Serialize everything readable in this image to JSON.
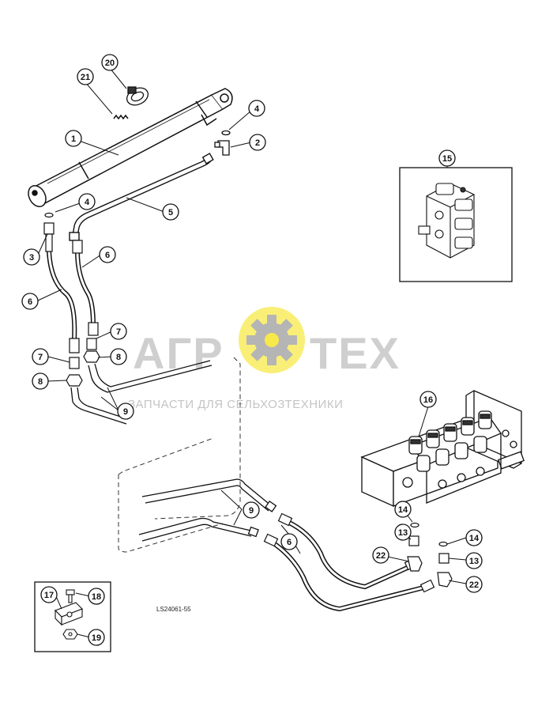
{
  "diagram": {
    "drawing_code": "LS24061-55",
    "watermark": {
      "brand_left": "АГР",
      "brand_right": "ТЕХ",
      "tagline": "ЗАПЧАСТИ ДЛЯ СЕЛЬХОЗТЕХНИКИ",
      "gear_color": "#f7e94a"
    },
    "callouts": {
      "c1": "1",
      "c2": "2",
      "c3": "3",
      "c4a": "4",
      "c4b": "4",
      "c5": "5",
      "c6a": "6",
      "c6b": "6",
      "c6c": "6",
      "c7a": "7",
      "c7b": "7",
      "c8a": "8",
      "c8b": "8",
      "c9a": "9",
      "c9b": "9",
      "c13a": "13",
      "c13b": "13",
      "c14a": "14",
      "c14b": "14",
      "c15": "15",
      "c16": "16",
      "c17": "17",
      "c18": "18",
      "c19": "19",
      "c20": "20",
      "c21": "21",
      "c22a": "22",
      "c22b": "22"
    }
  }
}
